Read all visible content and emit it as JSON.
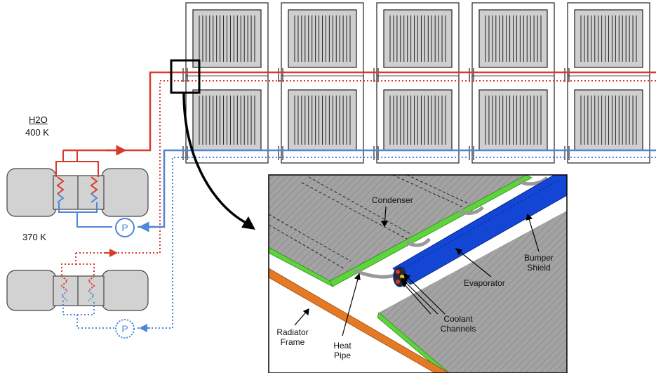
{
  "colors": {
    "hot": "#d93a2b",
    "cold": "#4f86d9",
    "panel_fill": "#cfcfcf",
    "engine_fill": "#d2d2d2",
    "blue_tube": "#1446d6",
    "green_edge": "#5ed43c",
    "orange_frame": "#e47a25",
    "inset_panel": "#a6a6a6"
  },
  "loop": {
    "fluid": "H2O",
    "hot_temp": "400 K",
    "cold_temp": "370 K",
    "pump_label": "P",
    "pump_label_dotted": "P"
  },
  "inset": {
    "condenser": "Condenser",
    "evaporator": "Evaporator",
    "bumper_line1": "Bumper",
    "bumper_line2": "Shield",
    "coolant_line1": "Coolant",
    "coolant_line2": "Channels",
    "radiator_line1": "Radiator",
    "radiator_line2": "Frame",
    "heat_pipe_line1": "Heat",
    "heat_pipe_line2": "Pipe"
  }
}
